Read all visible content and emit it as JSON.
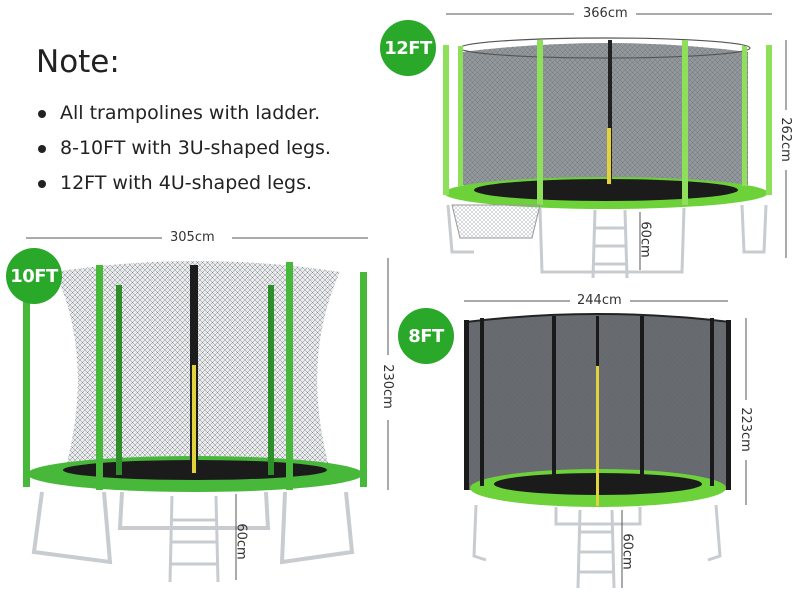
{
  "note": {
    "title": "Note:",
    "items": [
      "All trampolines with ladder.",
      "8-10FT with 3U-shaped legs.",
      "12FT with 4U-shaped legs."
    ]
  },
  "products": {
    "twelve": {
      "badge": "12FT",
      "width": "366cm",
      "height": "262cm",
      "ladder": "60cm"
    },
    "ten": {
      "badge": "10FT",
      "width": "305cm",
      "height": "230cm",
      "ladder": "60cm"
    },
    "eight": {
      "badge": "8FT",
      "width": "244cm",
      "height": "223cm",
      "ladder": "60cm"
    }
  },
  "colors": {
    "badge": "#29a829",
    "frame_green": "#6dd23a",
    "frame_dark_green": "#3fa62a",
    "net_gray": "#8a8f94",
    "net_black": "#2a2a2a",
    "steel": "#c8ccd0"
  }
}
